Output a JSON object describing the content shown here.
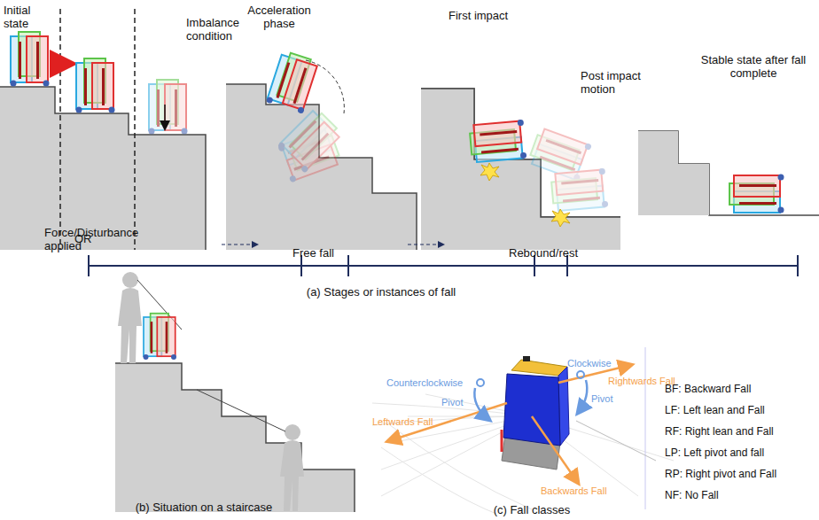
{
  "diagram": {
    "labels": [
      "Initial state",
      "OR",
      "Imbalance condition",
      "Acceleration phase",
      "First impact",
      "Post impact motion",
      "Stable state after fall complete",
      "Force/Disturbance applied",
      "Free fall",
      "Rebound/rest",
      "(a) Stages or instances of fall",
      "(b) Situation on a staircase",
      "Counterclockwise",
      "Pivot",
      "Clockwise",
      "Pivot",
      "Rightwards Fall",
      "Leftwards Fall",
      "Backwards Fall",
      "BF: Backward Fall",
      "LF: Left lean and Fall",
      "RF: Right lean and Fall",
      "LP: Left pivot and fall",
      "RP: Right pivot and Fall",
      "NF: No Fall",
      "(c) Fall classes"
    ]
  }
}
